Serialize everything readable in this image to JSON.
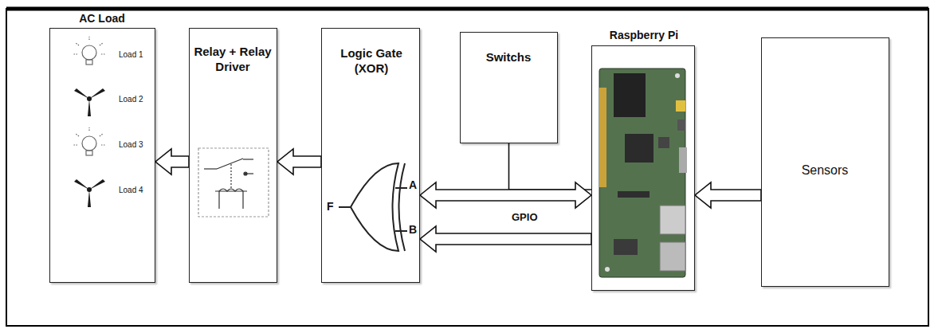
{
  "diagram": {
    "nodes": [
      {
        "text": [
          "AC Load",
          "Load 1",
          "Load 2",
          "Load 3",
          "Load 4"
        ]
      },
      {
        "text": [
          "Relay + Relay Driver"
        ]
      },
      {
        "text": [
          "Logic Gate (XOR)"
        ]
      },
      {
        "text": [
          "Switchs"
        ]
      },
      {
        "text": [
          "Raspberry Pi"
        ]
      },
      {
        "text": [
          "Sensors"
        ]
      }
    ],
    "edges": [
      {
        "from": 1,
        "to": 0,
        "arrow": "to"
      },
      {
        "from": 2,
        "to": 1,
        "arrow": "to"
      },
      {
        "from": 2,
        "to": 4,
        "arrow": "both"
      },
      {
        "from": 3,
        "to": 4,
        "arrow": "none"
      },
      {
        "from": 4,
        "to": 2,
        "arrow": "to",
        "label": "GPIO"
      },
      {
        "from": 5,
        "to": 4,
        "arrow": "to"
      }
    ],
    "labels": [
      "F",
      "A",
      "B"
    ]
  }
}
